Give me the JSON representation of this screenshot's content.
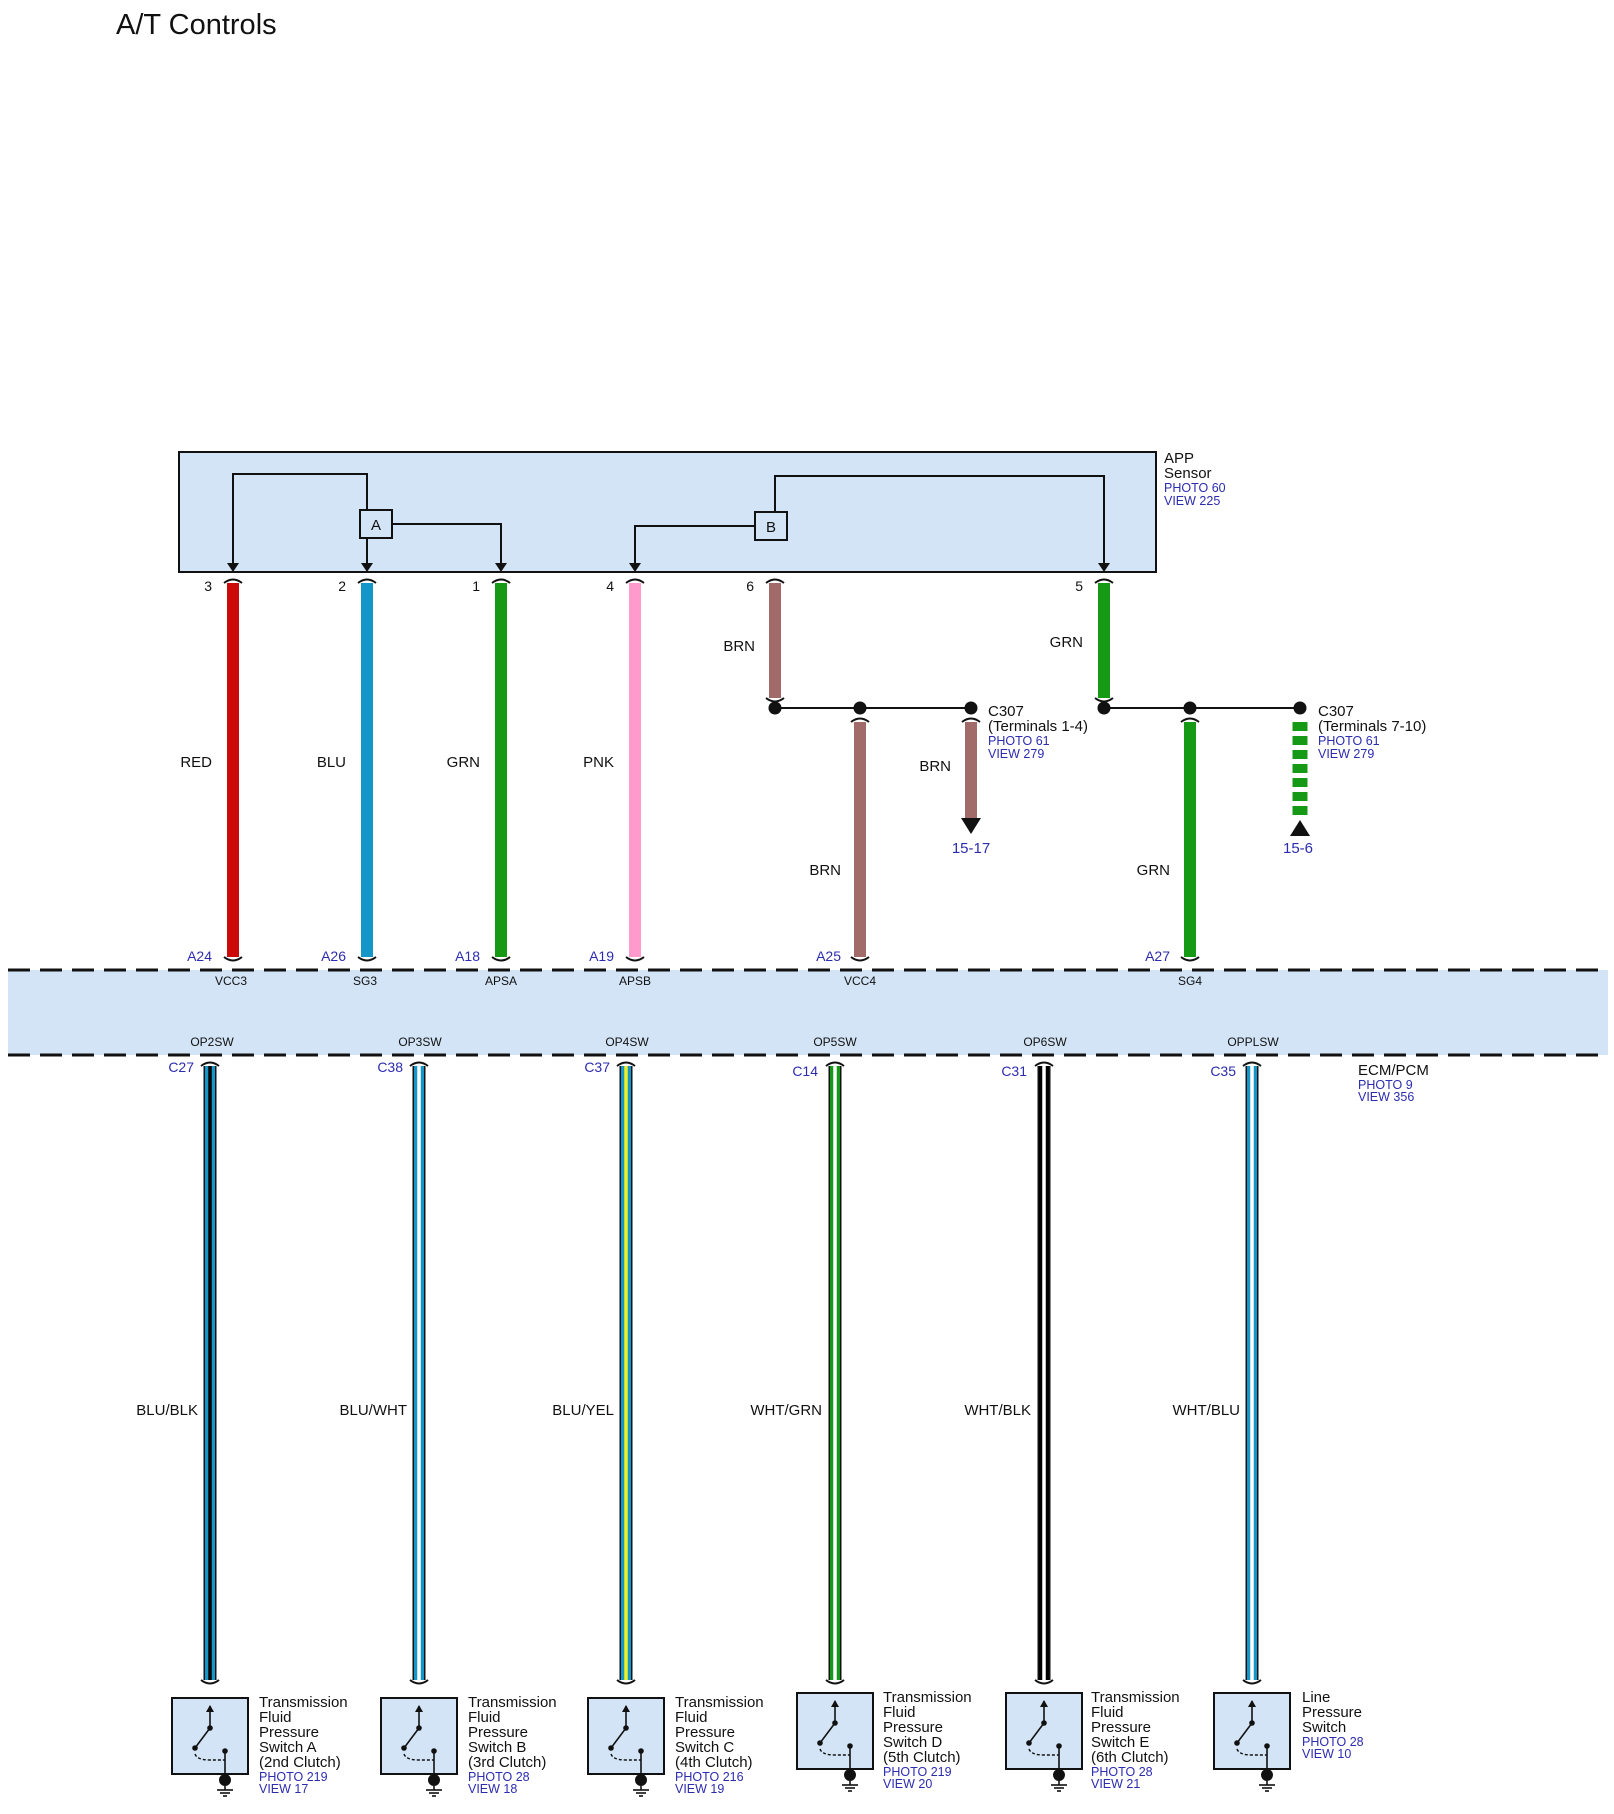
{
  "title": "A/T Controls",
  "app_sensor": {
    "name_lines": [
      "APP",
      "Sensor"
    ],
    "photo": "PHOTO 60",
    "view": "VIEW 225",
    "blocks": [
      "A",
      "B"
    ],
    "pins": [
      "3",
      "2",
      "1",
      "4",
      "6",
      "5"
    ]
  },
  "upper_wires": [
    {
      "pin": "3",
      "color_label": "RED",
      "terminal": "A24",
      "signal": "VCC3",
      "color": "#cc0a0a"
    },
    {
      "pin": "2",
      "color_label": "BLU",
      "terminal": "A26",
      "signal": "SG3",
      "color": "#1596c8"
    },
    {
      "pin": "1",
      "color_label": "GRN",
      "terminal": "A18",
      "signal": "APSA",
      "color": "#169a16"
    },
    {
      "pin": "4",
      "color_label": "PNK",
      "terminal": "A19",
      "signal": "APSB",
      "color": "#ff9bcc"
    }
  ],
  "splice_brn": {
    "upper_label": "BRN",
    "lower_label": "BRN",
    "terminal": "A25",
    "signal": "VCC4",
    "connector": "C307",
    "terminals": "(Terminals 1-4)",
    "photo": "PHOTO 61",
    "view": "VIEW 279",
    "branch_label": "BRN",
    "ref": "15-17",
    "color": "#a06b68"
  },
  "splice_grn": {
    "upper_label": "GRN",
    "lower_label": "GRN",
    "terminal": "A27",
    "signal": "SG4",
    "connector": "C307",
    "terminals": "(Terminals 7-10)",
    "photo": "PHOTO 61",
    "view": "VIEW 279",
    "ref": "15-6",
    "color": "#169a16"
  },
  "ecm": {
    "name": "ECM/PCM",
    "photo": "PHOTO 9",
    "view": "VIEW 356"
  },
  "lower_wires": [
    {
      "signal": "OP2SW",
      "terminal": "C27",
      "color_label": "BLU/BLK",
      "base": "#1596c8",
      "stripe": "#000000",
      "device_lines": [
        "Transmission",
        "Fluid",
        "Pressure",
        "Switch A",
        "(2nd Clutch)"
      ],
      "photo": "PHOTO 219",
      "view": "VIEW 17"
    },
    {
      "signal": "OP3SW",
      "terminal": "C38",
      "color_label": "BLU/WHT",
      "base": "#1596c8",
      "stripe": "#ffffff",
      "device_lines": [
        "Transmission",
        "Fluid",
        "Pressure",
        "Switch B",
        "(3rd Clutch)"
      ],
      "photo": "PHOTO 28",
      "view": "VIEW 18"
    },
    {
      "signal": "OP4SW",
      "terminal": "C37",
      "color_label": "BLU/YEL",
      "base": "#1596c8",
      "stripe": "#f0f020",
      "device_lines": [
        "Transmission",
        "Fluid",
        "Pressure",
        "Switch C",
        "(4th Clutch)"
      ],
      "photo": "PHOTO 216",
      "view": "VIEW 19"
    },
    {
      "signal": "OP5SW",
      "terminal": "C14",
      "color_label": "WHT/GRN",
      "base": "#169a16",
      "stripe": "#ffffff",
      "device_lines": [
        "Transmission",
        "Fluid",
        "Pressure",
        "Switch D",
        "(5th Clutch)"
      ],
      "photo": "PHOTO 219",
      "view": "VIEW 20"
    },
    {
      "signal": "OP6SW",
      "terminal": "C31",
      "color_label": "WHT/BLK",
      "base": "#000000",
      "stripe": "#ffffff",
      "device_lines": [
        "Transmission",
        "Fluid",
        "Pressure",
        "Switch E",
        "(6th Clutch)"
      ],
      "photo": "PHOTO 28",
      "view": "VIEW 21"
    },
    {
      "signal": "OPPLSW",
      "terminal": "C35",
      "color_label": "WHT/BLU",
      "base": "#1596c8",
      "stripe": "#ffffff",
      "device_lines": [
        "Line",
        "Pressure",
        "Switch"
      ],
      "photo": "PHOTO 28",
      "view": "VIEW 10"
    }
  ]
}
